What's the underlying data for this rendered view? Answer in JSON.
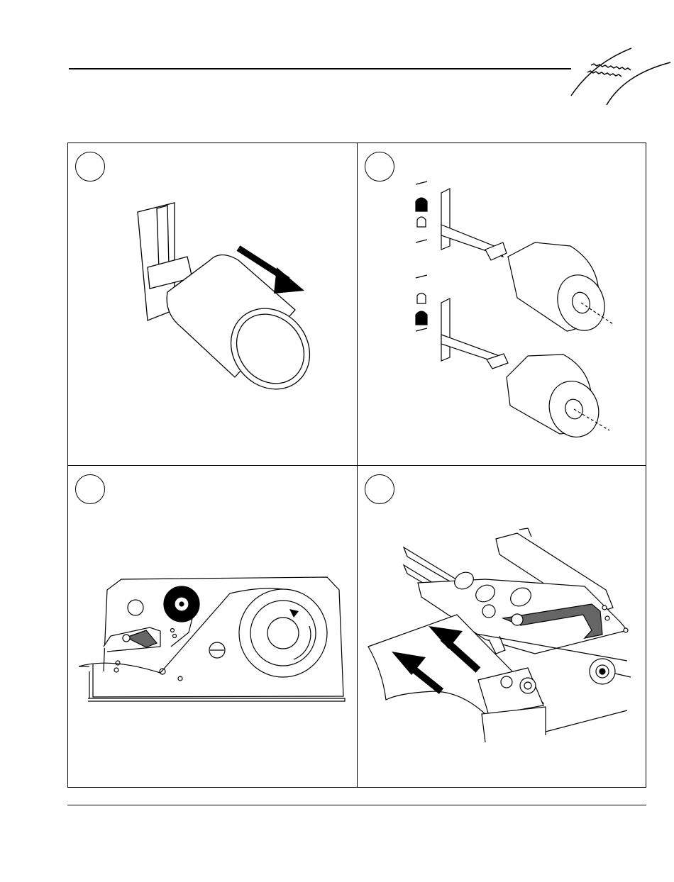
{
  "page": {
    "steps": [
      {
        "id": 1,
        "label": ""
      },
      {
        "id": 2,
        "label": ""
      },
      {
        "id": 3,
        "label": ""
      },
      {
        "id": 4,
        "label": ""
      }
    ]
  },
  "colors": {
    "ink": "#000000",
    "paper": "#ffffff",
    "lever": "#555555"
  },
  "icons": [
    "direction-arrow-icon",
    "rotation-arrow-icon",
    "corner-logo-icon"
  ]
}
